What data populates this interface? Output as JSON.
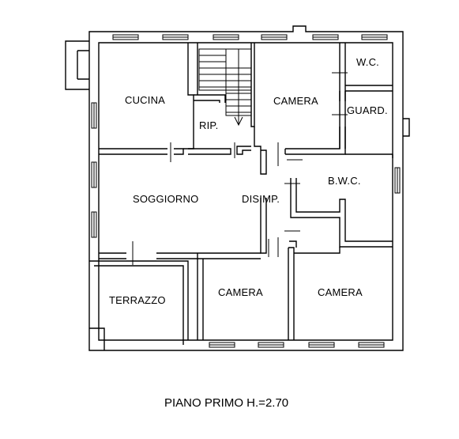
{
  "rooms": {
    "cucina": "CUCINA",
    "rip": "RIP.",
    "camera_nw": "CAMERA",
    "wc": "W.C.",
    "guard": "GUARD.",
    "soggiorno": "SOGGIORNO",
    "disimp": "DISIMP.",
    "bwc": "B.W.C.",
    "terrazzo": "TERRAZZO",
    "camera_s": "CAMERA",
    "camera_se": "CAMERA"
  },
  "caption": "PIANO PRIMO H.=2.70"
}
